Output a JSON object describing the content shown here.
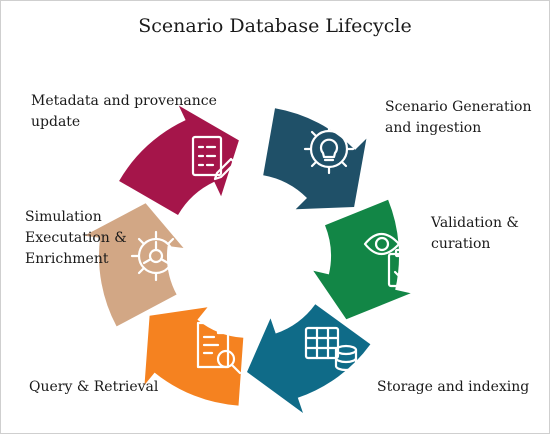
{
  "title": "Scenario Database Lifecycle",
  "stages": [
    {
      "label": "Scenario Generation\n and ingestion",
      "color": "#1f5068",
      "icon": "lightbulb-gear-icon"
    },
    {
      "label": "Validation &\ncuration",
      "color": "#128646",
      "icon": "eye-clipboard-check-icon"
    },
    {
      "label": "Storage and indexing",
      "color": "#0f6b88",
      "icon": "table-database-icon"
    },
    {
      "label": "Query & Retrieval",
      "color": "#f58220",
      "icon": "document-search-icon"
    },
    {
      "label": "Simulation\nExecutation &\nEnrichment",
      "color": "#d2a785",
      "icon": "gear-icon"
    },
    {
      "label": "Metadata and provenance\nupdate",
      "color": "#a5154a",
      "icon": "checklist-edit-icon"
    }
  ]
}
